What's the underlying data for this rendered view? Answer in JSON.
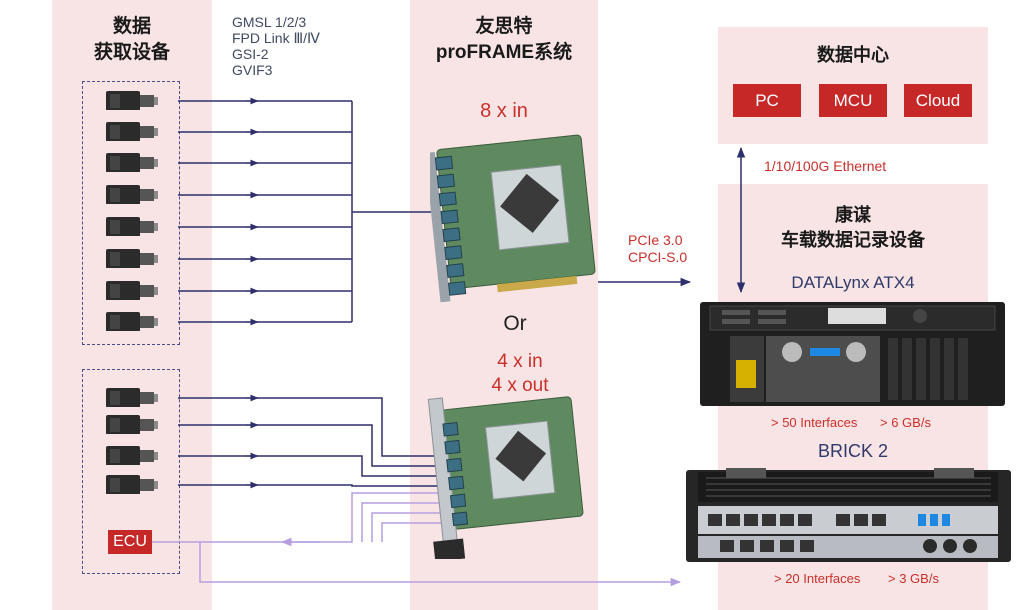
{
  "acquisition": {
    "title_line1": "数据",
    "title_line2": "获取设备"
  },
  "signal_types": [
    "GMSL 1/2/3",
    "FPD Link Ⅲ/Ⅳ",
    "GSI-2",
    "GVIF3"
  ],
  "proframe": {
    "title_line1": "友思特",
    "title_line2": "proFRAME系统",
    "option1": "8 x in",
    "or": "Or",
    "option2_line1": "4 x in",
    "option2_line2": "4 x out"
  },
  "bus": {
    "line1": "PCIe 3.0",
    "line2": "CPCI-S.0"
  },
  "data_center": {
    "title": "数据中心",
    "buttons": [
      "PC",
      "MCU",
      "Cloud"
    ]
  },
  "ethernet": "1/10/100G Ethernet",
  "kangmou": {
    "title_line1": "康谋",
    "title_line2": "车载数据记录设备"
  },
  "datalynx": {
    "name": "DATALynx ATX4",
    "spec1": "> 50 Interfaces",
    "spec2": "> 6 GB/s"
  },
  "brick": {
    "name": "BRICK 2",
    "spec1": "> 20 Interfaces",
    "spec2": "> 3 GB/s"
  },
  "ecu": {
    "label": "ECU"
  },
  "colors": {
    "band": "#f8e4e4",
    "accent_red": "#c62828",
    "line_navy": "#2d2f6b",
    "line_purple": "#b79ee0"
  },
  "icons": [
    "camera-icon",
    "pcie-card-image",
    "cpci-card-image",
    "datalynx-rack-image",
    "brick-rack-image"
  ]
}
